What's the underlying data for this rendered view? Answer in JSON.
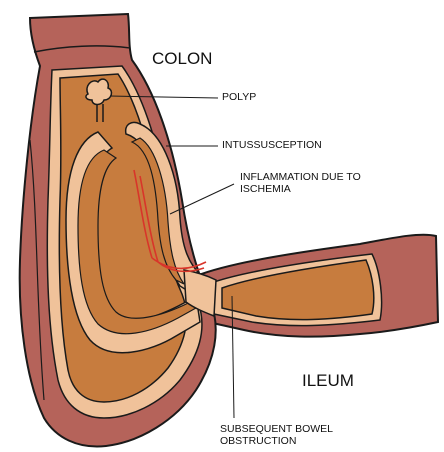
{
  "labels": {
    "colon": "COLON",
    "polyp": "POLYP",
    "intussusception": "INTUSSUSCEPTION",
    "inflammation_line1": "INFLAMMATION DUE TO",
    "inflammation_line2": "ISCHEMIA",
    "ileum": "ILEUM",
    "obstruction_line1": "SUBSEQUENT BOWEL",
    "obstruction_line2": "OBSTRUCTION"
  },
  "colors": {
    "outer_wall": "#b5635a",
    "mucosa": "#f0c29a",
    "lumen": "#c77c3e",
    "inflammation": "#d8352a",
    "outline": "#1a1a1a"
  }
}
